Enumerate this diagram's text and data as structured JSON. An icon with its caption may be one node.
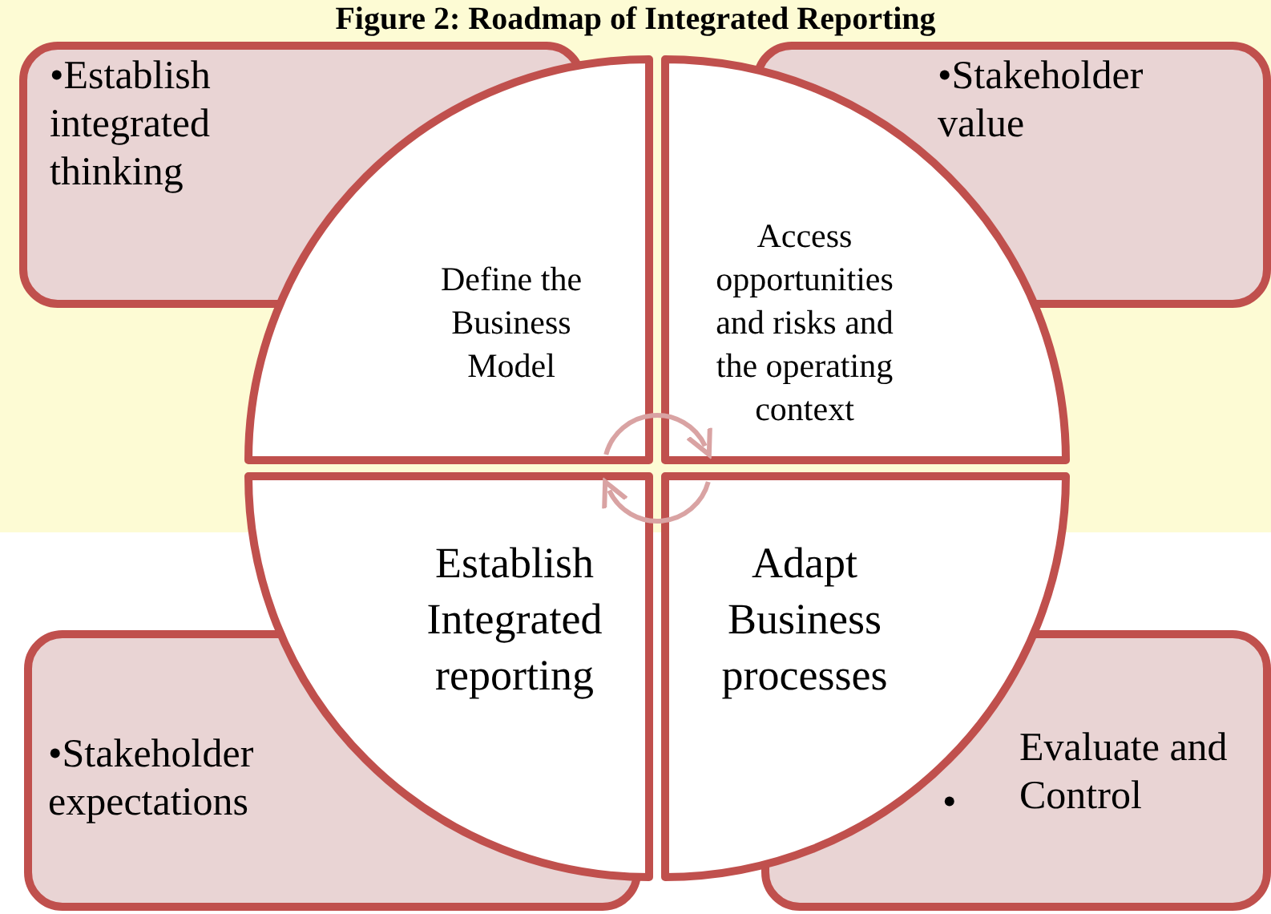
{
  "diagram": {
    "title": "Figure 2: Roadmap of Integrated Reporting",
    "nodes": [
      {
        "text": [
          "•Establish integrated thinking"
        ]
      },
      {
        "text": [
          "•Stakeholder value"
        ]
      },
      {
        "text": [
          "•Stakeholder expectations"
        ]
      },
      {
        "text": [
          "•",
          "Evaluate and Control"
        ]
      },
      {
        "text": [
          "Define the Business Model"
        ]
      },
      {
        "text": [
          "Access opportunities and risks and the operating context"
        ]
      },
      {
        "text": [
          "Establish Integrated reporting"
        ]
      },
      {
        "text": [
          "Adapt Business processes"
        ]
      }
    ],
    "edges": [
      {
        "from": 4,
        "to": 5,
        "arrow": "to"
      },
      {
        "from": 7,
        "to": 6,
        "arrow": "to"
      }
    ]
  }
}
